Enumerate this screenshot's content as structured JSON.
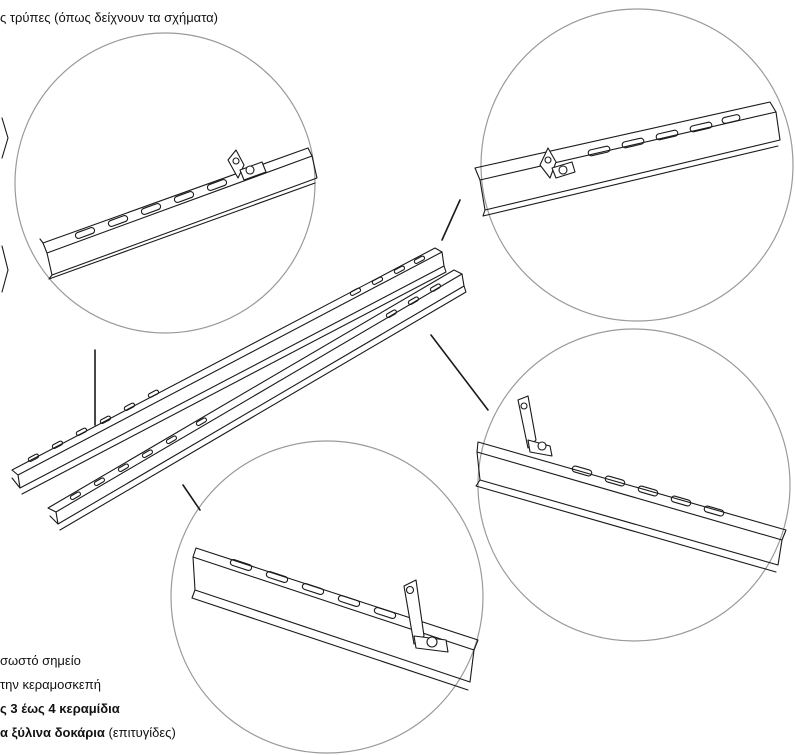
{
  "header": {
    "text": "ς τρύπες (όπως δείχνουν τα σχήματα)"
  },
  "notes": {
    "line1": "σωστό σημείο",
    "line2": "την κεραμοσκεπή",
    "line3_bold": "ς 3 έως 4 κεραμίδια",
    "line4_bold": "α ξύλινα δοκάρια",
    "line4_normal": " (επιτυγίδες)"
  },
  "colors": {
    "line": "#1a1a1a",
    "circle": "#9a9a9a"
  }
}
